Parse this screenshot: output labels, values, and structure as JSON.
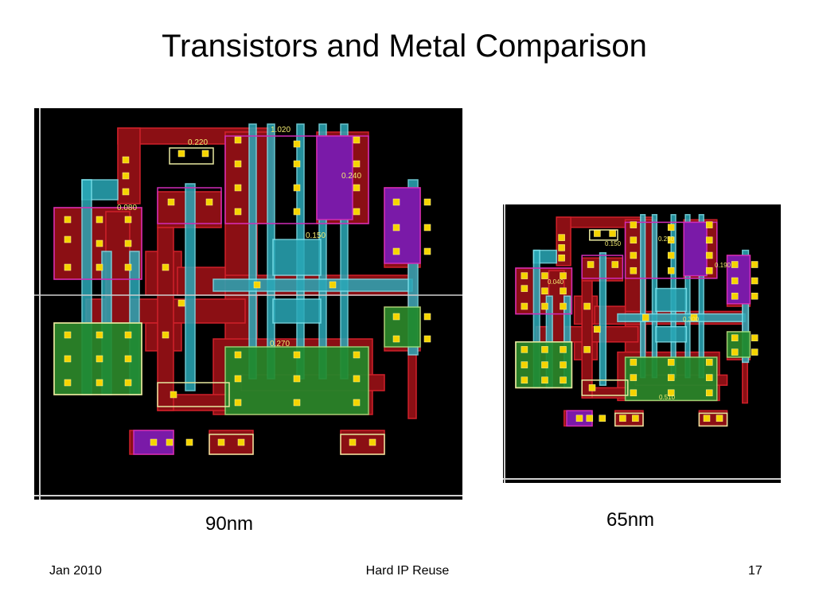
{
  "slide": {
    "title": "Transistors and Metal Comparison"
  },
  "layouts": {
    "left": {
      "caption": "90nm",
      "dimensions": [
        "1.020",
        "0.220",
        "0.240",
        "0.080",
        "0.150",
        "0.270"
      ]
    },
    "right": {
      "caption": "65nm",
      "dimensions": [
        "0.150",
        "0.250",
        "0.190",
        "0.040",
        "0.300",
        "0.510"
      ]
    }
  },
  "colors": {
    "background": "#000000",
    "metal": "#8b0f14",
    "metal_outline": "#d0202a",
    "poly": "#2aa8b8",
    "poly_outline": "#7ee6f0",
    "contact": "#f5d400",
    "well_magenta": "#d02cb8",
    "diffusion_purple": "#7a1aa8",
    "diffusion_green": "#1f8a2a",
    "ruler": "#cfcfcf",
    "dim_text": "#f2ea70"
  },
  "footer": {
    "date": "Jan 2010",
    "center": "Hard IP Reuse",
    "page": "17"
  }
}
